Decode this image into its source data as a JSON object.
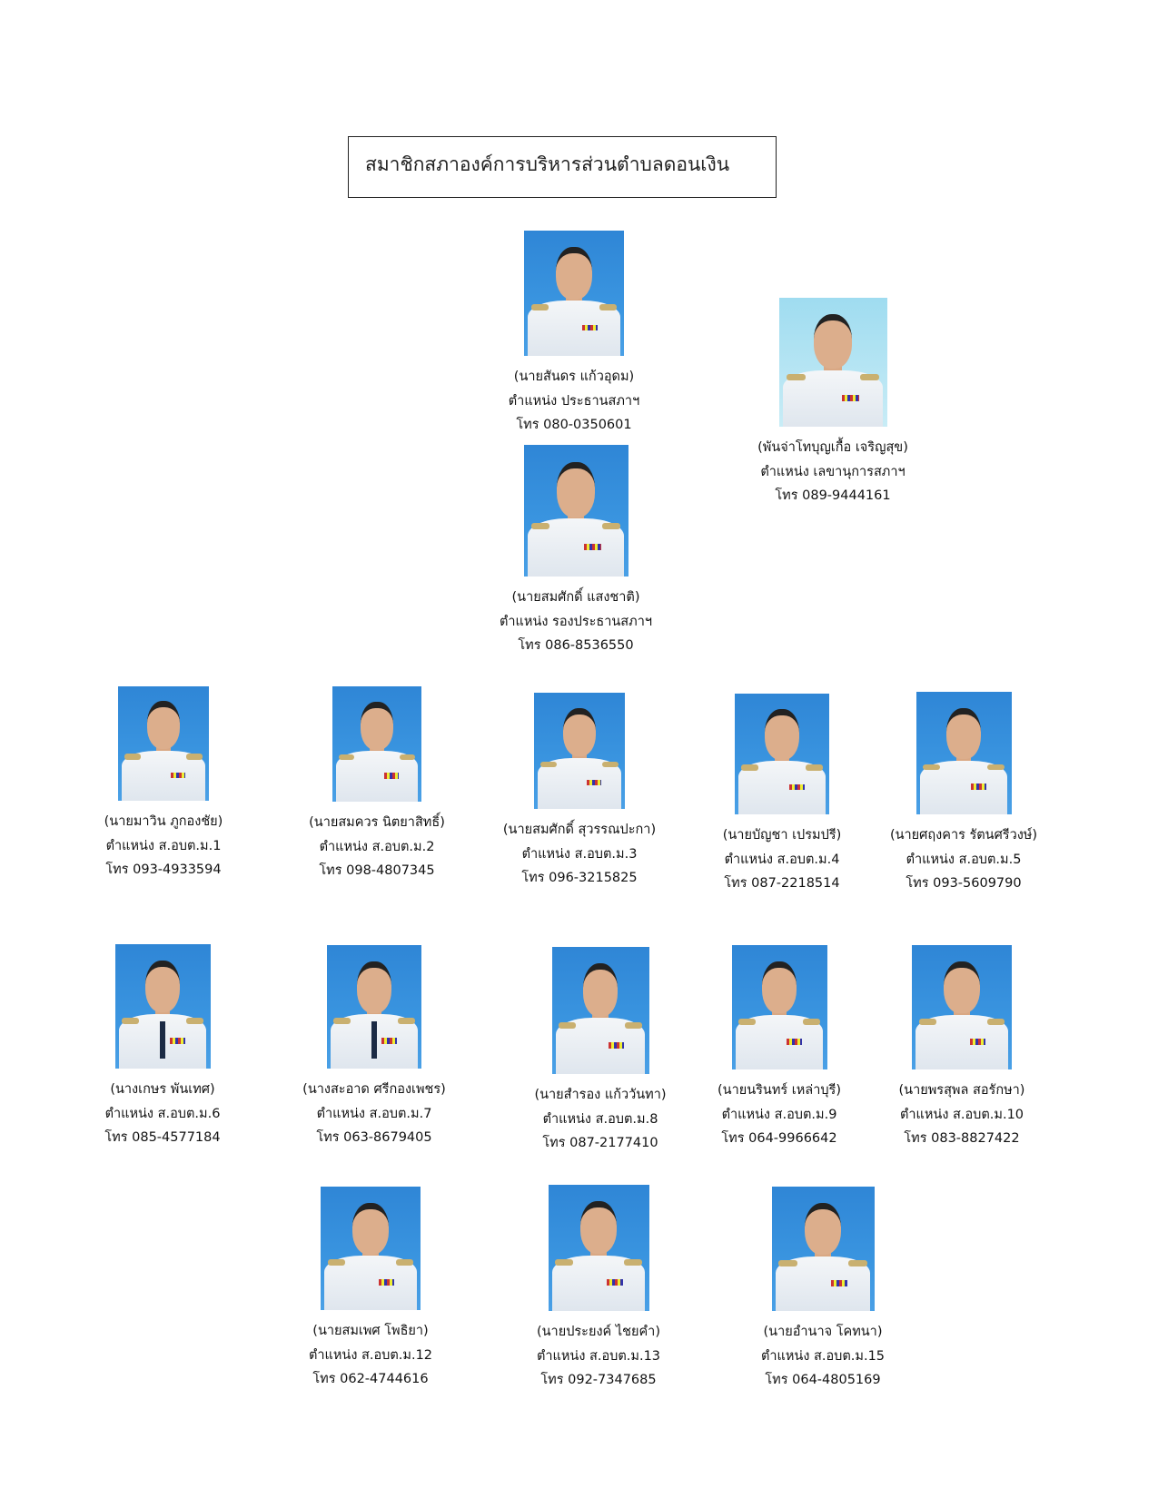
{
  "title": "สมาชิกสภาองค์การบริหารส่วนตำบลดอนเงิน",
  "members": [
    {
      "name": "(นายสันดร  แก้วอุดม)",
      "position": "ตำแหน่ง ประธานสภาฯ",
      "phone": "โทร 080-0350601"
    },
    {
      "name": "(พันจ่าโทบุญเกื้อ  เจริญสุข)",
      "position": "ตำแหน่ง เลขานุการสภาฯ",
      "phone": "โทร 089-9444161"
    },
    {
      "name": "(นายสมศักดิ์  แสงชาติ)",
      "position": "ตำแหน่ง รองประธานสภาฯ",
      "phone": "โทร 086-8536550"
    },
    {
      "name": "(นายมาวิน ภูกองชัย)",
      "position": "ตำแหน่ง ส.อบต.ม.1",
      "phone": "โทร 093-4933594"
    },
    {
      "name": "(นายสมควร  นิตยาสิทธิ์)",
      "position": "ตำแหน่ง ส.อบต.ม.2",
      "phone": "โทร 098-4807345"
    },
    {
      "name": "(นายสมศักดิ์  สุวรรณปะกา)",
      "position": "ตำแหน่ง ส.อบต.ม.3",
      "phone": "โทร 096-3215825"
    },
    {
      "name": "(นายบัญชา  เปรมปรี)",
      "position": "ตำแหน่ง ส.อบต.ม.4",
      "phone": "โทร 087-2218514"
    },
    {
      "name": "(นายศฤงคาร  รัตนศรีวงษ์)",
      "position": "ตำแหน่ง ส.อบต.ม.5",
      "phone": "โทร 093-5609790"
    },
    {
      "name": "(นางเกษร  พันเทศ)",
      "position": "ตำแหน่ง ส.อบต.ม.6",
      "phone": "โทร 085-4577184"
    },
    {
      "name": "(นางสะอาด  ศรีกองเพชร)",
      "position": "ตำแหน่ง ส.อบต.ม.7",
      "phone": "โทร 063-8679405"
    },
    {
      "name": "(นายสำรอง  แก้ววันทา)",
      "position": "ตำแหน่ง ส.อบต.ม.8",
      "phone": "โทร 087-2177410"
    },
    {
      "name": "(นายนรินทร์  เหล่าบุรี)",
      "position": "ตำแหน่ง ส.อบต.ม.9",
      "phone": "โทร 064-9966642"
    },
    {
      "name": "(นายพรสุพล  สอรักษา)",
      "position": "ตำแหน่ง ส.อบต.ม.10",
      "phone": "โทร 083-8827422"
    },
    {
      "name": "(นายสมเพศ  โพธิยา)",
      "position": "ตำแหน่ง ส.อบต.ม.12",
      "phone": "โทร 062-4744616"
    },
    {
      "name": "(นายประยงค์  ไชยคำ)",
      "position": "ตำแหน่ง ส.อบต.ม.13",
      "phone": "โทร 092-7347685"
    },
    {
      "name": "(นายอำนาจ  โคทนา)",
      "position": "ตำแหน่ง ส.อบต.ม.15",
      "phone": "โทร 064-4805169"
    }
  ]
}
